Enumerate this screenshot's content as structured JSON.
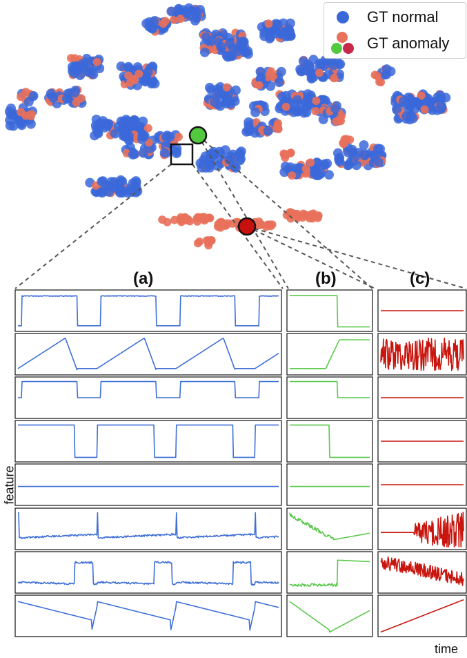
{
  "chart_data": {
    "type": "scatter",
    "legend": {
      "placement": "top-right",
      "entries": [
        {
          "label": "GT normal",
          "color": "#3B68D9"
        },
        {
          "label": "GT anomaly",
          "colors": [
            "#E9705A",
            "#52C93F",
            "#C8294B"
          ]
        }
      ]
    },
    "panel_labels": [
      "(a)",
      "(b)",
      "(c)"
    ],
    "ylabel": "feature",
    "xlabel": "time",
    "highlighted_points": [
      {
        "name": "normal-window-box",
        "style": "black square"
      },
      {
        "name": "green-anomaly",
        "color": "#52C93F"
      },
      {
        "name": "red-anomaly",
        "color": "#C8100E"
      }
    ],
    "series_colors": {
      "a": "#3E6FD6",
      "b": "#59C94A",
      "c": "#C8150E"
    },
    "n_features": 8
  }
}
